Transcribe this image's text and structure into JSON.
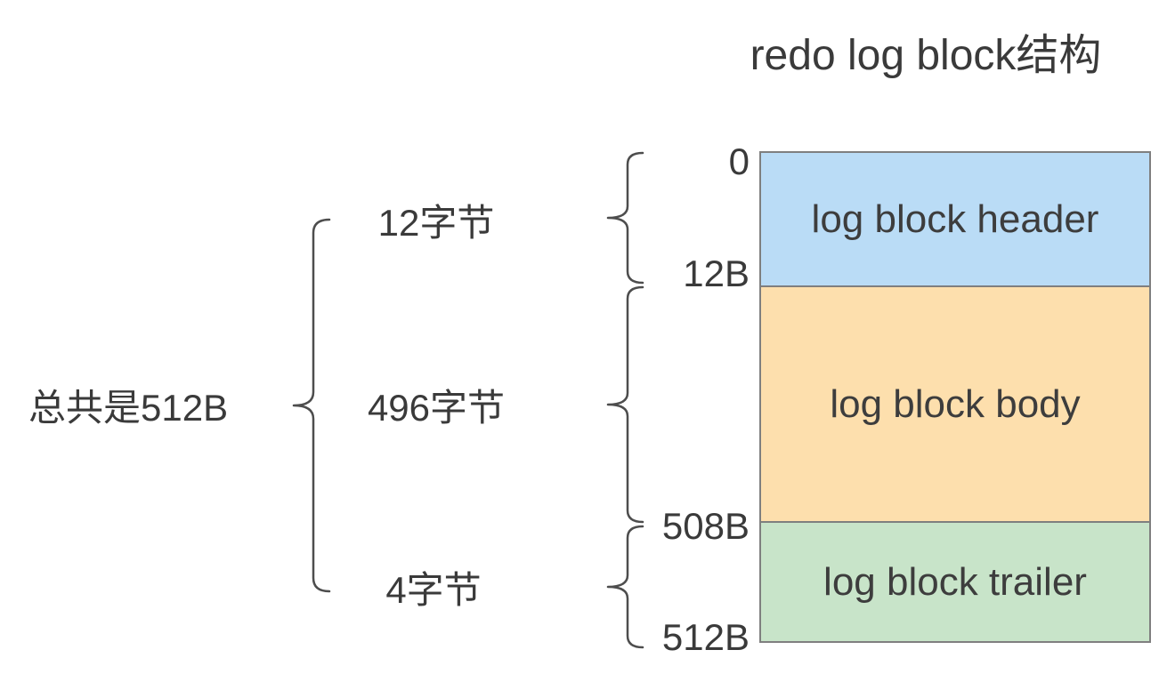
{
  "title": "redo log block结构",
  "total_label": "总共是512B",
  "segments": [
    {
      "name": "header",
      "label": "log block header",
      "size_label": "12字节",
      "start_offset": "0",
      "end_offset": "12B",
      "color": "#badcf6"
    },
    {
      "name": "body",
      "label": "log block body",
      "size_label": "496字节",
      "start_offset": "12B",
      "end_offset": "508B",
      "color": "#fddfad"
    },
    {
      "name": "trailer",
      "label": "log block trailer",
      "size_label": "4字节",
      "start_offset": "508B",
      "end_offset": "512B",
      "color": "#c8e4c9"
    }
  ],
  "offsets": {
    "start": "0",
    "after_header": "12B",
    "after_body": "508B",
    "end": "512B"
  },
  "icons": {
    "brace": "curly-brace-left"
  },
  "colors": {
    "header_fill": "#badcf6",
    "body_fill": "#fddfad",
    "trailer_fill": "#c8e4c9",
    "border": "#7f7f7f",
    "text": "#3a3a3a",
    "brace_stroke": "#4d4d4d",
    "background": "#ffffff"
  }
}
